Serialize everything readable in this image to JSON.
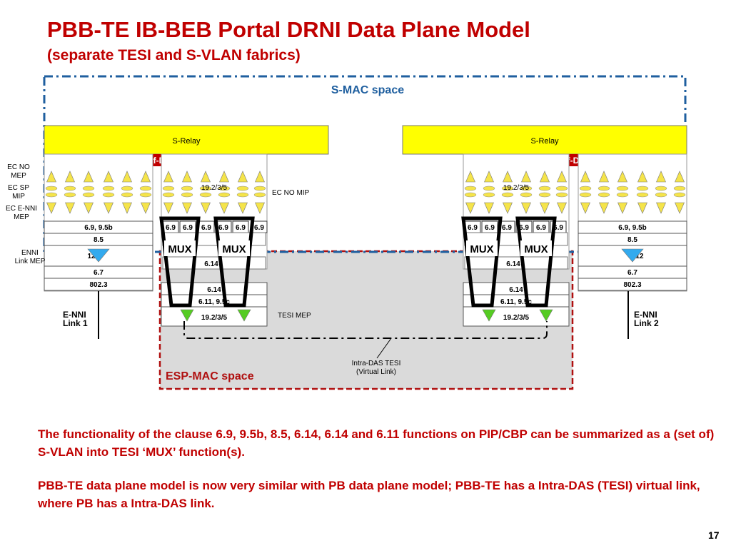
{
  "slide": {
    "title": "PBB-TE IB-BEB Portal DRNI Data Plane Model",
    "subtitle": "(separate TESI and S-VLAN fabrics)",
    "page_number": "17",
    "footer_1": "The functionality of the clause 6.9, 9.5b, 8.5, 6.14, 6.14 and 6.11 functions on PIP/CBP can be summarized as a (set of) S-VLAN into TESI ‘MUX’ function(s).",
    "footer_2": "PBB-TE data plane model is now very similar with PB data plane model; PBB-TE has a Intra-DAS (TESI) virtual link, where PB has a Intra-DAS link."
  },
  "diagram": {
    "colors": {
      "title_red": "#c00000",
      "smac_blue": "#1f5f9f",
      "esp_red": "#b01010",
      "relay_yellow": "#ffff00",
      "half_das_red": "#c00000",
      "ec_mep_yellow": "#f5e44a",
      "enni_mep_blue": "#33aaee",
      "tesi_mep_green": "#55cc22",
      "esp_fill": "#dadada"
    },
    "smac_space": "S-MAC space",
    "esp_mac_space": "ESP-MAC space",
    "s_relay": "S-Relay",
    "half_das": "Half-DAS",
    "mux": "MUX",
    "side_labels": {
      "ec_no_mep": [
        "EC NO",
        "MEP"
      ],
      "ec_sp_mip": [
        "EC SP",
        "MIP"
      ],
      "ec_enni_mep": [
        "EC E-NNI",
        "MEP"
      ],
      "enni_link_mep": [
        "ENNI",
        "Link MEP"
      ]
    },
    "ec_no_mip": "EC NO MIP",
    "tesi_mep": "TESI MEP",
    "intra_das": [
      "Intra-DAS TESI",
      "(Virtual Link)"
    ],
    "enni_link_1": [
      "E-NNI",
      "Link 1"
    ],
    "enni_link_2": [
      "E-NNI",
      "Link 2"
    ],
    "stack_labels": [
      "6.9, 9.5b",
      "8.5",
      "6.14",
      "6.7",
      "802.3"
    ],
    "stack_partial": "12",
    "inner_labels": {
      "layer_19": "19.2/3/5",
      "cell_69": "6.9",
      "cell_614": "6.14",
      "cell_611": "6.11, 9.5c"
    }
  }
}
